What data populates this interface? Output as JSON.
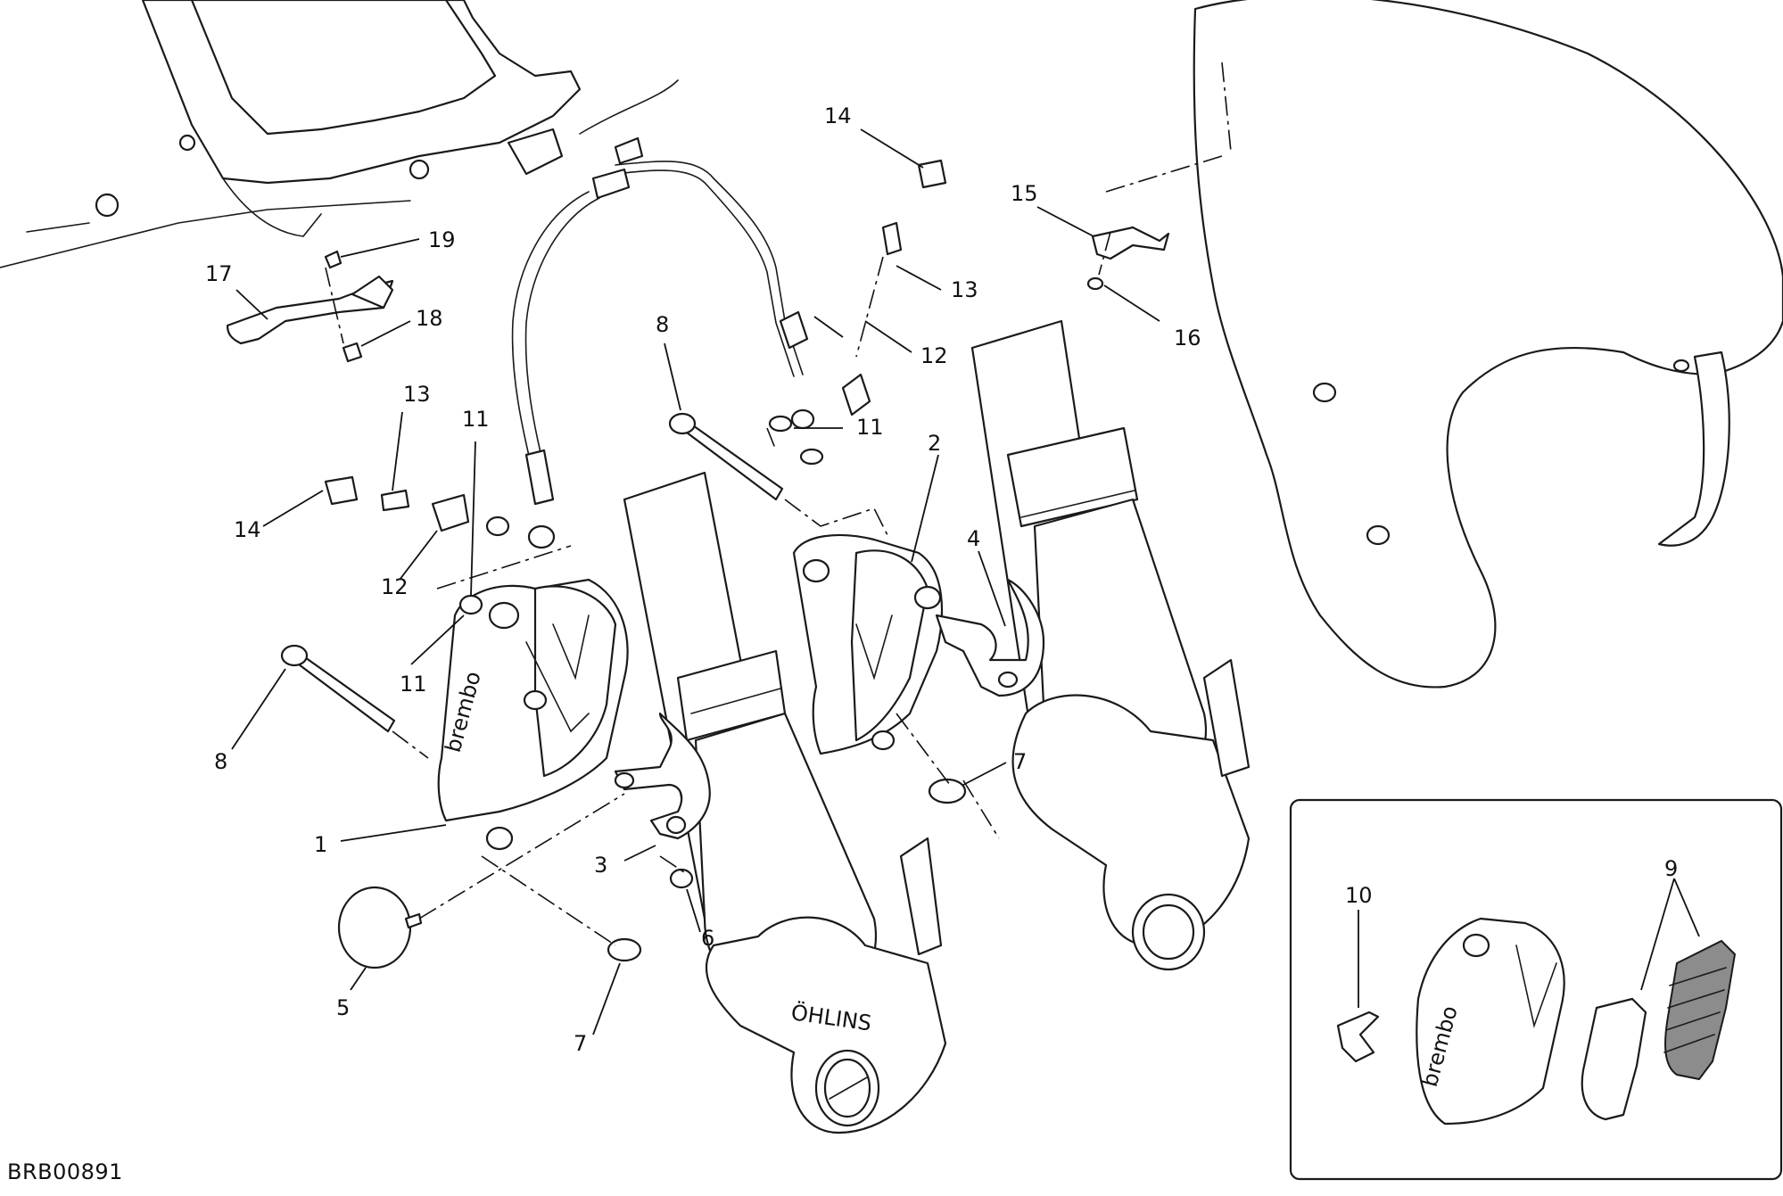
{
  "drawing_code": "BRB00891",
  "callouts": [
    {
      "id": "c1",
      "text": "1"
    },
    {
      "id": "c2",
      "text": "2"
    },
    {
      "id": "c3",
      "text": "3"
    },
    {
      "id": "c4",
      "text": "4"
    },
    {
      "id": "c5",
      "text": "5"
    },
    {
      "id": "c6",
      "text": "6"
    },
    {
      "id": "c7a",
      "text": "7"
    },
    {
      "id": "c7b",
      "text": "7"
    },
    {
      "id": "c8a",
      "text": "8"
    },
    {
      "id": "c8b",
      "text": "8"
    },
    {
      "id": "c9",
      "text": "9"
    },
    {
      "id": "c10",
      "text": "10"
    },
    {
      "id": "c11a",
      "text": "11"
    },
    {
      "id": "c11b",
      "text": "11"
    },
    {
      "id": "c11c",
      "text": "11"
    },
    {
      "id": "c12a",
      "text": "12"
    },
    {
      "id": "c12b",
      "text": "12"
    },
    {
      "id": "c13a",
      "text": "13"
    },
    {
      "id": "c13b",
      "text": "13"
    },
    {
      "id": "c14a",
      "text": "14"
    },
    {
      "id": "c14b",
      "text": "14"
    },
    {
      "id": "c15",
      "text": "15"
    },
    {
      "id": "c16",
      "text": "16"
    },
    {
      "id": "c17",
      "text": "17"
    },
    {
      "id": "c18",
      "text": "18"
    },
    {
      "id": "c19",
      "text": "19"
    }
  ],
  "caliper_brand": "brembo",
  "fork_marking": "ÖHLINS"
}
